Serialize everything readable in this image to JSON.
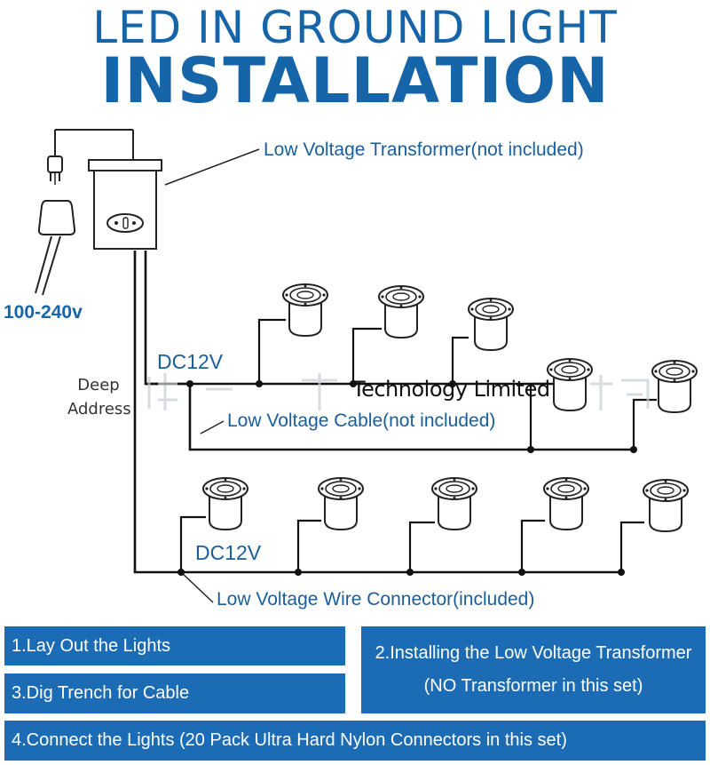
{
  "title": {
    "line1": "LED IN GROUND LIGHT",
    "line2": "INSTALLATION"
  },
  "labels": {
    "voltage": "100-240v",
    "transformer": "Low Voltage Transformer(not included)",
    "dc_top": "DC12V",
    "dc_bottom": "DC12V",
    "cable": "Low Voltage Cable(not included)",
    "connector": "Low Voltage Wire Connector(included)",
    "deep": "Deep",
    "address": "Address",
    "watermark": "Technology Limited"
  },
  "steps": {
    "step1": "1.Lay Out the Lights",
    "step2_line1": "2.Installing the Low Voltage Transformer",
    "step2_line2": "(NO Transformer in this set)",
    "step3": "3.Dig Trench for Cable",
    "step4": "4.Connect the Lights (20 Pack Ultra Hard Nylon Connectors in this set)"
  },
  "colors": {
    "title_blue": "#1565a8",
    "label_blue": "#1a5e9b",
    "step_box": "#1b6cb5",
    "line": "#111111"
  },
  "icons": {
    "plug": "plug-icon",
    "adapter": "adapter-icon",
    "transformer": "transformer-icon",
    "light": "in-ground-light-icon"
  }
}
